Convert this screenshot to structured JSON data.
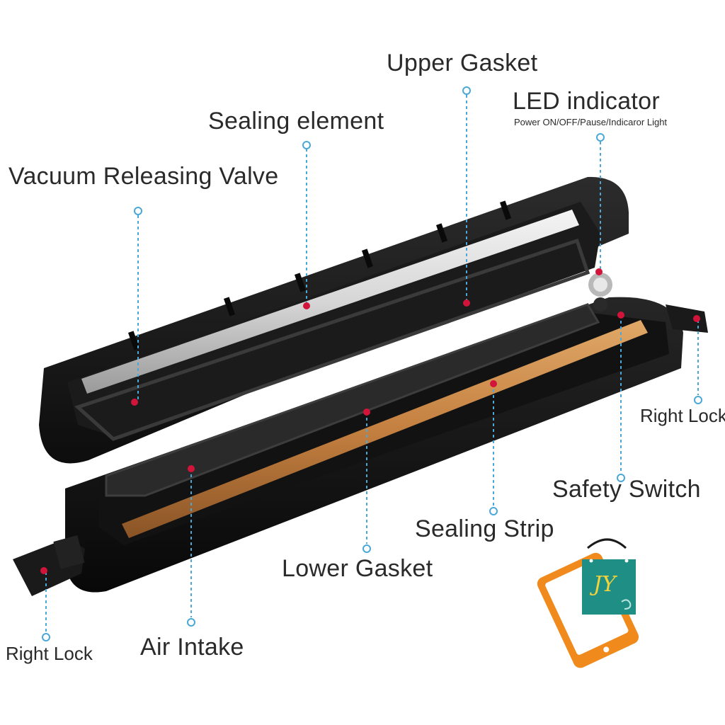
{
  "labels": {
    "upper_gasket": "Upper Gasket",
    "led_indicator": "LED indicator",
    "led_indicator_sub": "Power ON/OFF/Pause/Indicaror Light",
    "sealing_element": "Sealing element",
    "vacuum_releasing_valve": "Vacuum Releasing Valve",
    "right_lock_upper": "Right Lock",
    "safety_switch": "Safety Switch",
    "sealing_strip": "Sealing Strip",
    "lower_gasket": "Lower Gasket",
    "air_intake": "Air Intake",
    "right_lock_lower": "Right Lock"
  },
  "logo": {
    "text": "JY"
  },
  "colors": {
    "leader_line": "#4aa8d8",
    "marker": "#d2143a",
    "device_body": "#141414",
    "sealing_strip": "#c98a4a",
    "logo_teal": "#1f8f86",
    "logo_orange": "#f08a1c"
  }
}
